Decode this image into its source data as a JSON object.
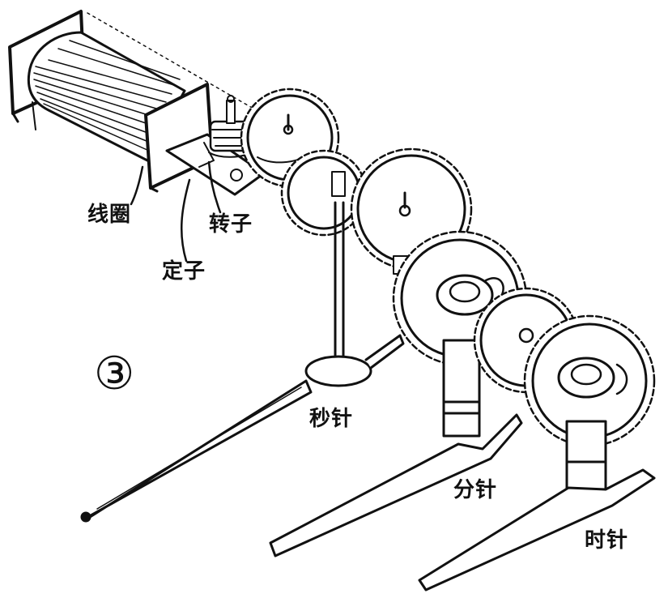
{
  "figure": {
    "number": "③",
    "labels": {
      "coil": "线圈",
      "rotor": "转子",
      "stator": "定子",
      "second_hand": "秒针",
      "minute_hand": "分针",
      "hour_hand": "时针"
    }
  },
  "colors": {
    "ink": "#111111",
    "paper": "#ffffff"
  }
}
